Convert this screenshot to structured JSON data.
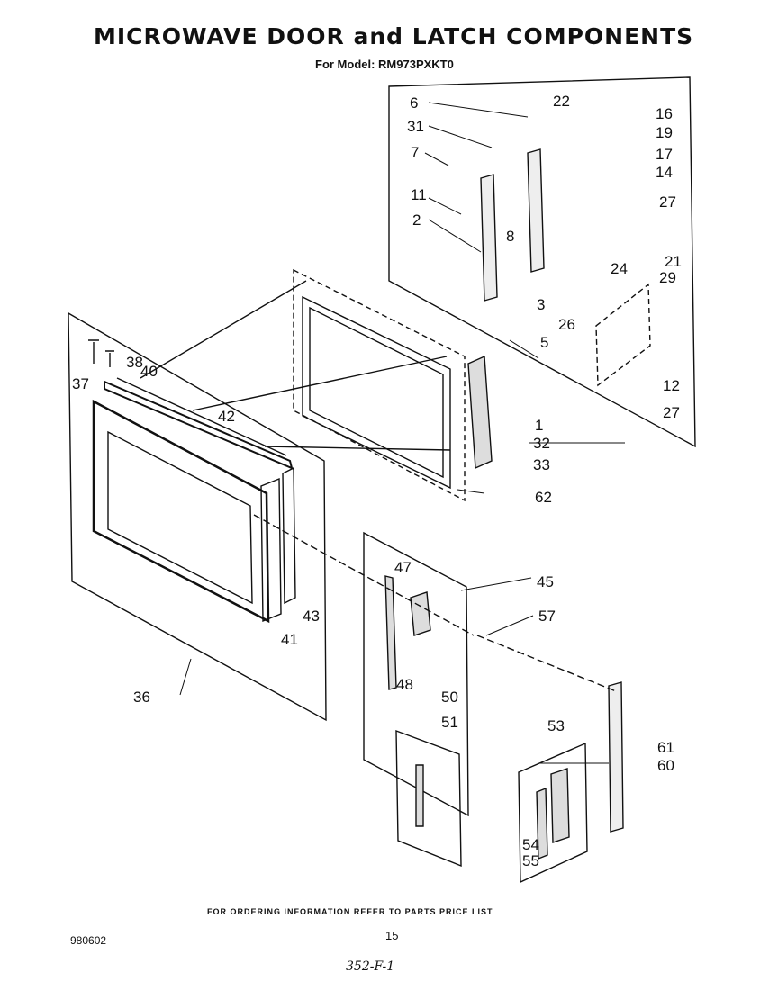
{
  "title": "MICROWAVE DOOR and LATCH COMPONENTS",
  "subtitle": "For Model: RM973PXKT0",
  "footer_note": "FOR ORDERING INFORMATION REFER TO PARTS PRICE LIST",
  "doc_number": "980602",
  "page_number": "15",
  "handwritten_note": "352-F-1",
  "callouts": [
    "6",
    "22",
    "16",
    "31",
    "19",
    "7",
    "17",
    "14",
    "11",
    "27",
    "2",
    "8",
    "21",
    "24",
    "29",
    "3",
    "26",
    "5",
    "12",
    "37",
    "38",
    "40",
    "42",
    "27",
    "1",
    "32",
    "33",
    "62",
    "47",
    "45",
    "57",
    "43",
    "41",
    "48",
    "50",
    "36",
    "51",
    "53",
    "61",
    "60",
    "54",
    "55"
  ]
}
